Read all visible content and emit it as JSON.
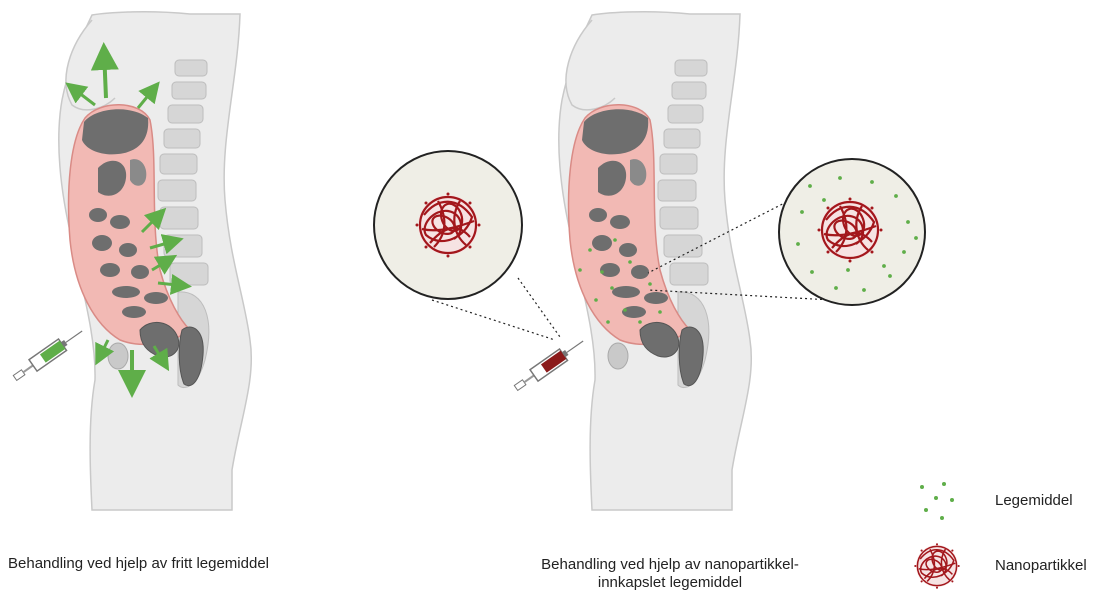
{
  "captions": {
    "left": "Behandling ved hjelp av fritt legemiddel",
    "right_line1": "Behandling ved hjelp av nanopartikkel-",
    "right_line2": "innkapslet legemiddel"
  },
  "legend": {
    "drug_label": "Legemiddel",
    "nano_label": "Nanopartikkel"
  },
  "colors": {
    "body": "#ececec",
    "body_outline": "#c9c9c9",
    "cavity": "#f2b9b4",
    "cavity_outline": "#d98b86",
    "organ": "#6e6e6e",
    "spine": "#d6d6d6",
    "drug_green": "#5fae49",
    "nano_red": "#a3171c",
    "zoom_fill": "#efeee6",
    "syringe_green": "#5fae49",
    "syringe_red": "#8b1a1a"
  },
  "icons": {
    "left_syringe": "syringe-green-icon",
    "right_syringe": "syringe-red-icon",
    "nanoparticle": "nanoparticle-icon",
    "drug": "drug-dots-icon"
  }
}
